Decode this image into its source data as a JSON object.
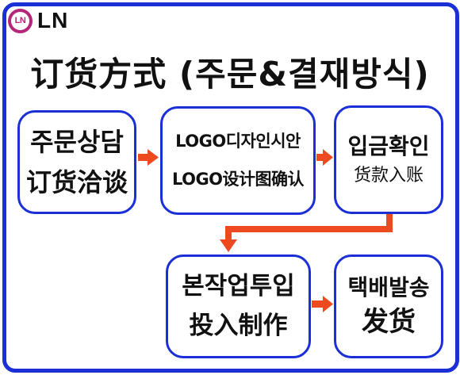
{
  "logo": {
    "badge": "LN",
    "text": "LN"
  },
  "title": "订货方式 (주문&결재방식)",
  "colors": {
    "border": "#1a2fd6",
    "arrow": "#ee4a1f",
    "badge": "#b5267b"
  },
  "steps": [
    {
      "line1": "주문상담",
      "line2": "订货洽谈"
    },
    {
      "line1": "LOGO디자인시안",
      "line2": "LOGO设计图确认"
    },
    {
      "line1": "입금확인",
      "line2": "货款入账"
    },
    {
      "line1": "본작업투입",
      "line2": "投入制作"
    },
    {
      "line1": "택배발송",
      "line2": "发货"
    }
  ]
}
